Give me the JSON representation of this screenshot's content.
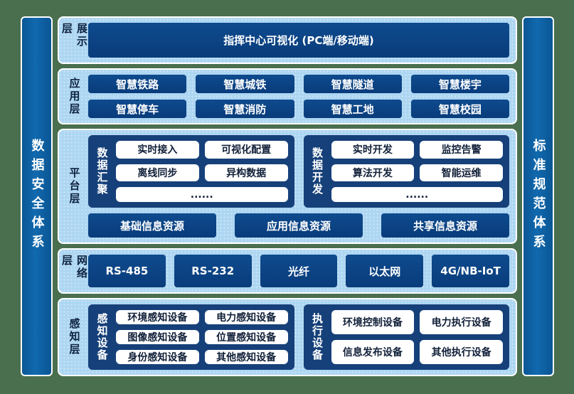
{
  "colors": {
    "background_green": "#4A6F4F",
    "layer_panel_blue": "#ADD6F2",
    "dark_button_blue": "#0A3E80",
    "group_panel_navy": "#164079",
    "pillar_blue": "#0E64A8",
    "white_button": "#FFFFFF",
    "label_text_dark": "#0D2240"
  },
  "pillars": {
    "left_label": "数据安全体系",
    "right_label": "标准规范体系"
  },
  "layers": {
    "display": {
      "label": "展示层",
      "button": "指挥中心可视化 (PC端/移动端)"
    },
    "application": {
      "label": "应用层",
      "buttons": [
        "智慧铁路",
        "智慧城铁",
        "智慧隧道",
        "智慧楼宇",
        "智慧停车",
        "智慧消防",
        "智慧工地",
        "智慧校园"
      ]
    },
    "platform": {
      "label": "平台层",
      "groups": [
        {
          "title": "数据汇聚",
          "items": [
            "实时接入",
            "可视化配置",
            "离线同步",
            "异构数据",
            "......"
          ]
        },
        {
          "title": "数据开发",
          "items": [
            "实时开发",
            "监控告警",
            "算法开发",
            "智能运维",
            "......"
          ]
        }
      ],
      "resources": [
        "基础信息资源",
        "应用信息资源",
        "共享信息资源"
      ]
    },
    "network": {
      "label": "网络层",
      "buttons": [
        "RS-485",
        "RS-232",
        "光纤",
        "以太网",
        "4G/NB-IoT"
      ]
    },
    "perception": {
      "label": "感知层",
      "groups": [
        {
          "title": "感知设备",
          "items": [
            "环境感知设备",
            "电力感知设备",
            "图像感知设备",
            "位置感知设备",
            "身份感知设备",
            "其他感知设备"
          ]
        },
        {
          "title": "执行设备",
          "items": [
            "环境控制设备",
            "电力执行设备",
            "信息发布设备",
            "其他执行设备"
          ]
        }
      ]
    }
  }
}
